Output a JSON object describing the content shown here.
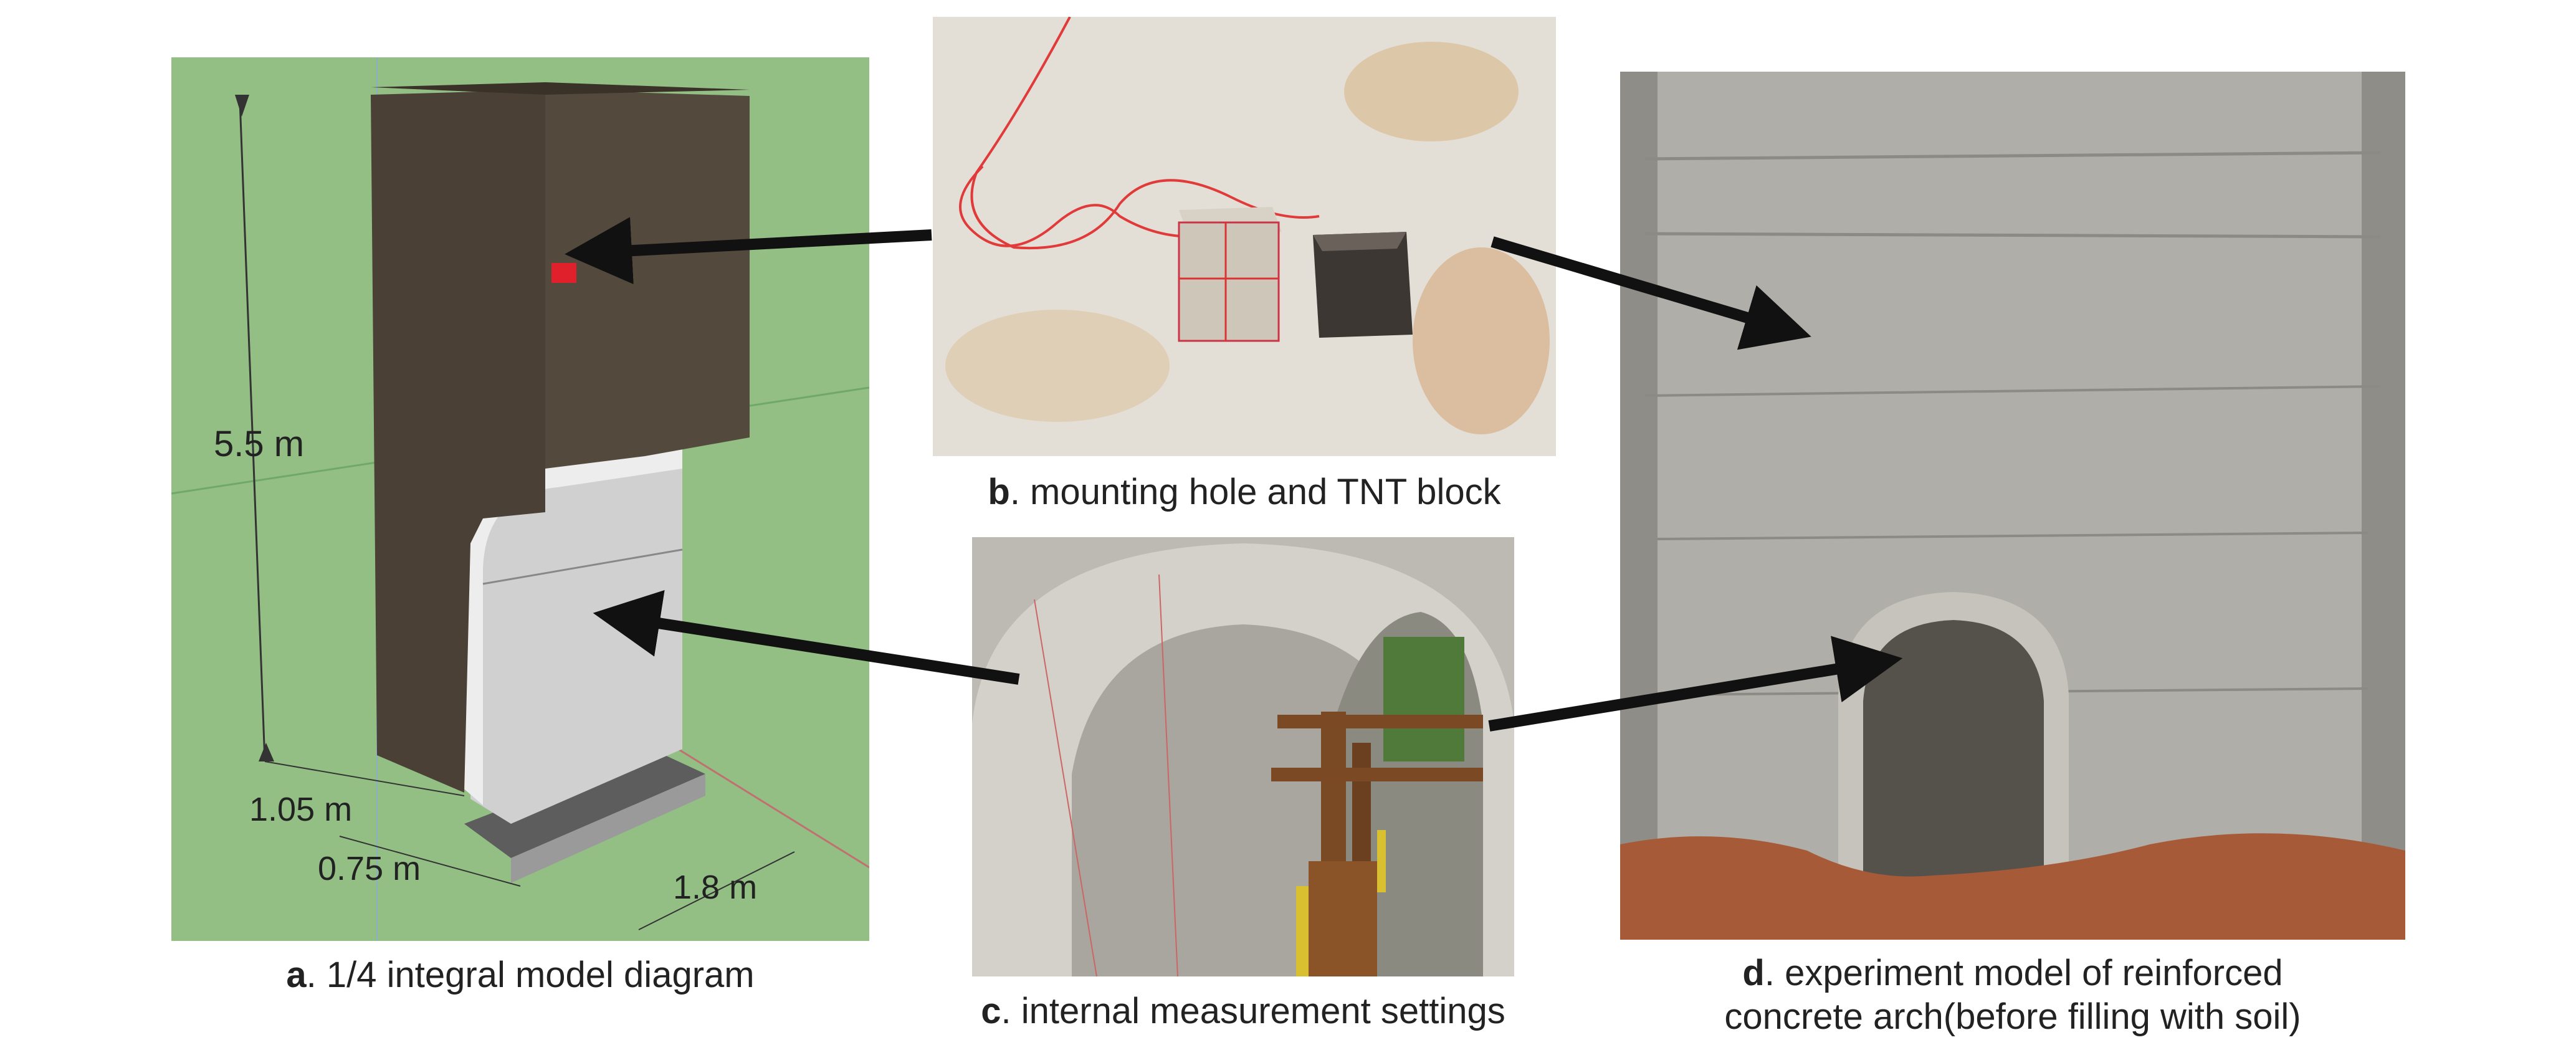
{
  "panels": {
    "a": {
      "letter": "a",
      "caption": ". 1/4 integral model diagram",
      "dims": {
        "height": "5.5 m",
        "d1": "1.05 m",
        "d2": "0.75 m",
        "d3": "1.8 m"
      }
    },
    "b": {
      "letter": "b",
      "caption": ". mounting hole and TNT block"
    },
    "c": {
      "letter": "c",
      "caption": ". internal measurement settings"
    },
    "d": {
      "letter": "d",
      "caption_line1": ". experiment model of reinforced",
      "caption_line2": "concrete arch(before filling with soil)"
    }
  },
  "colors": {
    "model_bg": "#93bf85",
    "model_dark": "#4c4237",
    "model_light": "#d2d2d2",
    "explosive_marker": "#e0202a",
    "concrete": "#b5b3ad",
    "soil": "#a65a38",
    "arrow": "#111111"
  }
}
